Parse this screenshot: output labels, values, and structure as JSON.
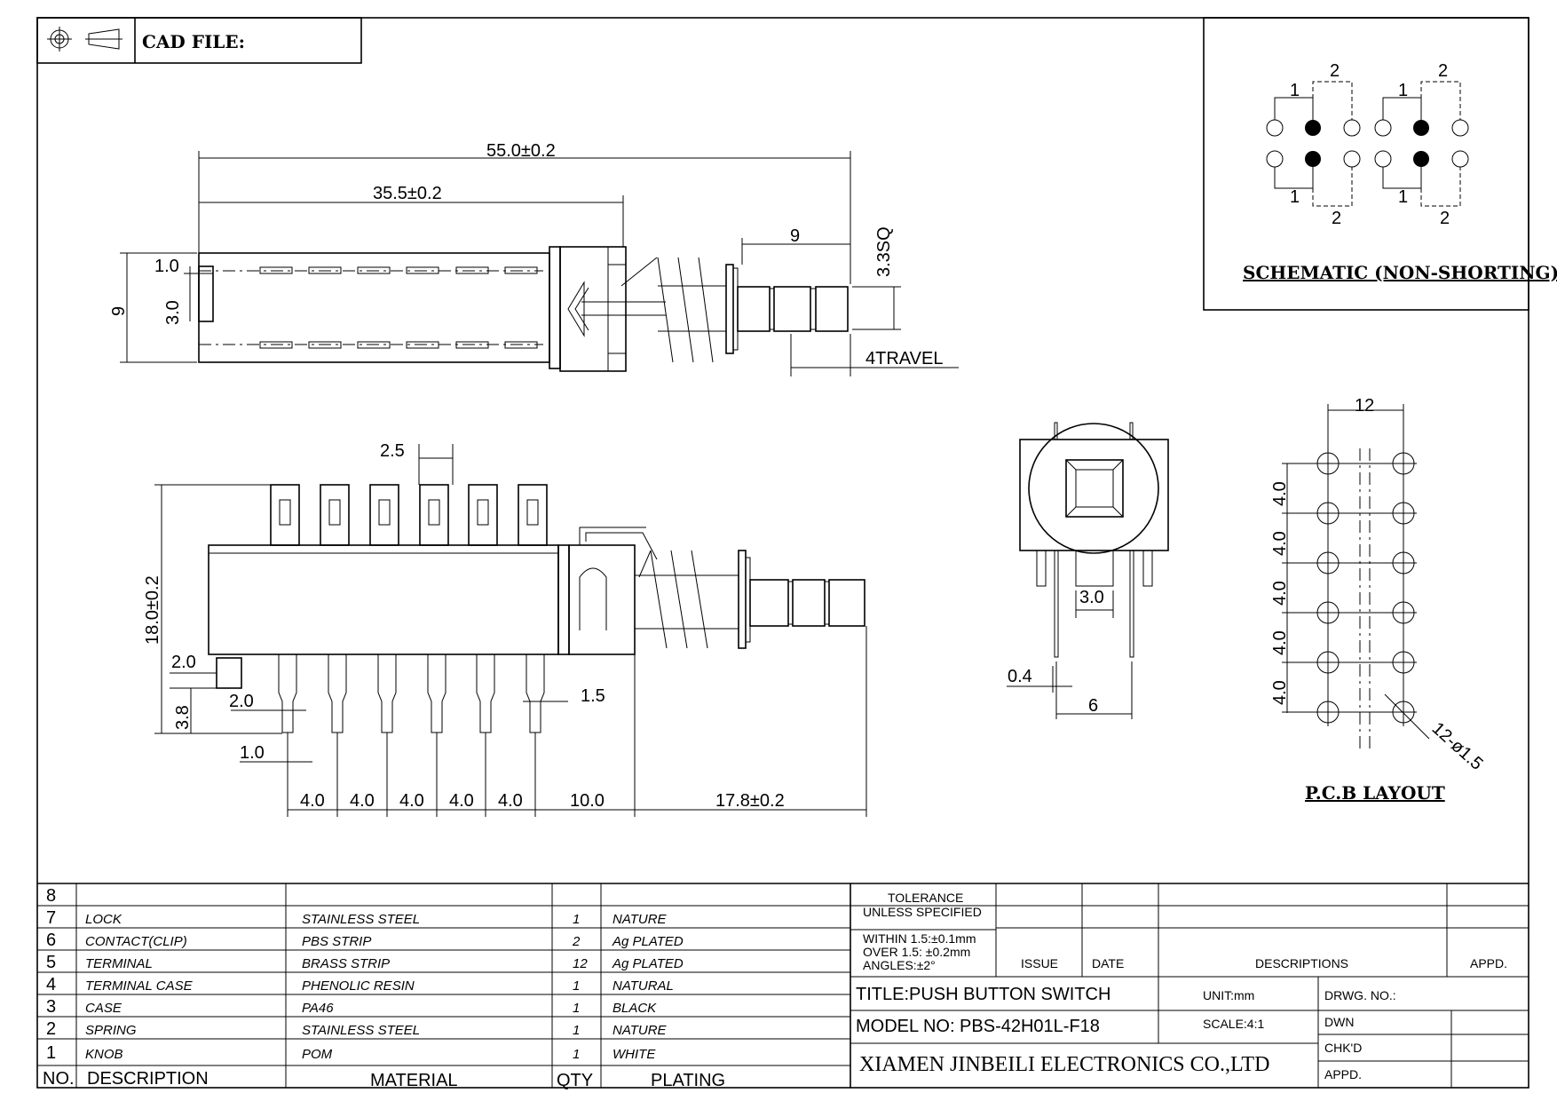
{
  "header": {
    "cad_file_label": "CAD FILE:"
  },
  "dims_top": {
    "total_length": "55.0±0.2",
    "body_length": "35.5±0.2",
    "button_len": "9",
    "square": "3.3SQ",
    "travel": "4TRAVEL",
    "width": "9",
    "slot_w": "1.0",
    "slot_h": "3.0"
  },
  "dims_side": {
    "pin_pitch_top": "2.5",
    "height": "18.0±0.2",
    "d2a": "2.0",
    "d38": "3.8",
    "d2b": "2.0",
    "d10": "1.0",
    "d15": "1.5",
    "pitches": [
      "4.0",
      "4.0",
      "4.0",
      "4.0",
      "4.0"
    ],
    "gap": "10.0",
    "plunger": "17.8±0.2"
  },
  "dims_front": {
    "d30": "3.0",
    "d04": "0.4",
    "d6": "6"
  },
  "schematic": {
    "title": "SCHEMATIC (NON-SHORTING)",
    "labels": [
      "1",
      "2",
      "1",
      "2",
      "1",
      "2",
      "1",
      "2"
    ]
  },
  "pcb": {
    "title": "P.C.B LAYOUT",
    "width": "12",
    "pitches": [
      "4.0",
      "4.0",
      "4.0",
      "4.0",
      "4.0"
    ],
    "holes": "12-ø1.5"
  },
  "bom": {
    "rows": [
      {
        "no": "8",
        "desc": "",
        "material": "",
        "qty": "",
        "plating": ""
      },
      {
        "no": "7",
        "desc": "LOCK",
        "material": "STAINLESS STEEL",
        "qty": "1",
        "plating": "NATURE"
      },
      {
        "no": "6",
        "desc": "CONTACT(CLIP)",
        "material": "PBS STRIP",
        "qty": "2",
        "plating": "Ag PLATED"
      },
      {
        "no": "5",
        "desc": "TERMINAL",
        "material": "BRASS STRIP",
        "qty": "12",
        "plating": "Ag PLATED"
      },
      {
        "no": "4",
        "desc": "TERMINAL CASE",
        "material": "PHENOLIC RESIN",
        "qty": "1",
        "plating": "NATURAL"
      },
      {
        "no": "3",
        "desc": "CASE",
        "material": "PA46",
        "qty": "1",
        "plating": "BLACK"
      },
      {
        "no": "2",
        "desc": "SPRING",
        "material": "STAINLESS STEEL",
        "qty": "1",
        "plating": "NATURE"
      },
      {
        "no": "1",
        "desc": "KNOB",
        "material": "POM",
        "qty": "1",
        "plating": "WHITE"
      }
    ],
    "headers": {
      "no": "NO.",
      "desc": "DESCRIPTION",
      "material": "MATERIAL",
      "qty": "QTY",
      "plating": "PLATING"
    }
  },
  "title_block": {
    "tolerance_title": "TOLERANCE",
    "tolerance_sub": "UNLESS SPECIFIED",
    "within": "WITHIN 1.5:±0.1mm",
    "over": "OVER 1.5: ±0.2mm",
    "angles": "ANGLES:±2°",
    "issue": "ISSUE",
    "date": "DATE",
    "descriptions": "DESCRIPTIONS",
    "appd": "APPD.",
    "title": "TITLE:PUSH BUTTON SWITCH",
    "unit": "UNIT:mm",
    "drwg": "DRWG. NO.:",
    "model": "MODEL NO: PBS-42H01L-F18",
    "scale": "SCALE:4:1",
    "dwn": "DWN",
    "chkd": "CHK'D",
    "appd2": "APPD.",
    "company": "XIAMEN JINBEILI ELECTRONICS CO.,LTD"
  }
}
